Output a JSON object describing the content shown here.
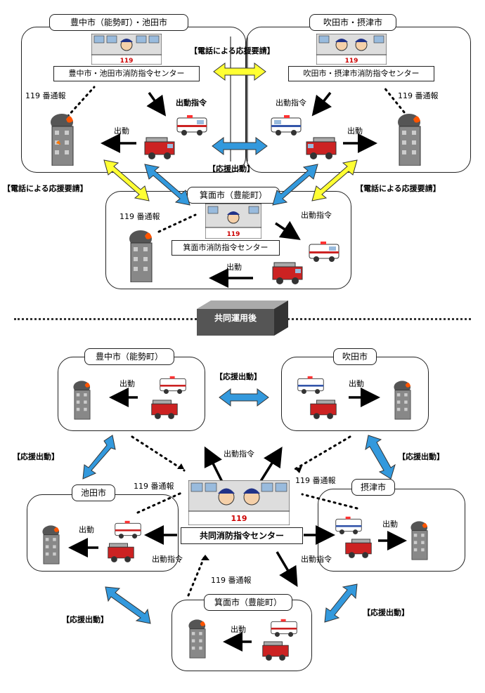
{
  "colors": {
    "yellow": "#ffff33",
    "blue": "#3399dd",
    "truck": "#cc2222",
    "building": "#777777"
  },
  "before": {
    "toyonaka_ikeda": {
      "tag": "豊中市（能勢町）・池田市",
      "center": "豊中市・池田市消防指令センター"
    },
    "suita_settsu": {
      "tag": "吹田市・摂津市",
      "center": "吹田市・摂津市消防指令センター"
    },
    "minoh": {
      "tag": "箕面市（豊能町）",
      "center": "箕面市消防指令センター"
    },
    "phone_request": "【電話による応援要請】",
    "support_dispatch": "【応援出動】",
    "report_119": "119 番通報",
    "dispatch_order": "出動指令",
    "dispatch": "出動",
    "dispatch_sign": "119"
  },
  "transition": {
    "label": "共同運用後"
  },
  "after": {
    "toyonaka": {
      "tag": "豊中市（能勢町）"
    },
    "suita": {
      "tag": "吹田市"
    },
    "ikeda": {
      "tag": "池田市"
    },
    "settsu": {
      "tag": "摂津市"
    },
    "minoh": {
      "tag": "箕面市（豊能町）"
    },
    "center": "共同消防指令センター",
    "support_dispatch": "【応援出動】",
    "report_119": "119 番通報",
    "dispatch_order": "出動指令",
    "dispatch": "出動",
    "dispatch_sign": "119"
  },
  "icons": [
    "dispatch-console-icon",
    "burning-building-icon",
    "fire-truck-icon",
    "ambulance-icon"
  ]
}
